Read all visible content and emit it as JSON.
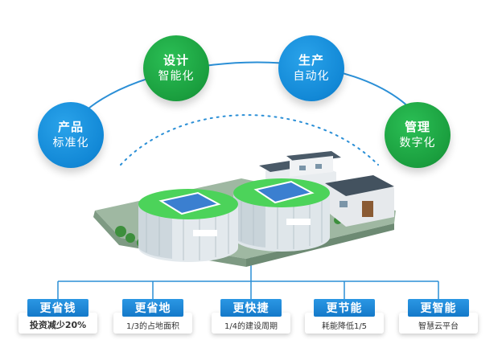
{
  "stages": [
    {
      "line1": "产品",
      "line2": "标准化",
      "color": "blue"
    },
    {
      "line1": "设计",
      "line2": "智能化",
      "color": "green"
    },
    {
      "line1": "生产",
      "line2": "自动化",
      "color": "blue"
    },
    {
      "line1": "管理",
      "line2": "数字化",
      "color": "green"
    }
  ],
  "benefits": [
    {
      "title": "更省钱",
      "desc": "投资减少20%"
    },
    {
      "title": "更省地",
      "desc": "1/3的占地面积"
    },
    {
      "title": "更快捷",
      "desc": "1/4的建设周期"
    },
    {
      "title": "更节能",
      "desc": "耗能降低1/5"
    },
    {
      "title": "更智能",
      "desc": "智慧云平台"
    }
  ],
  "colors": {
    "blue": "#1288d6",
    "green": "#1a9e3e",
    "line": "#2b8fd6",
    "tank_roof": "#4cd35a"
  }
}
